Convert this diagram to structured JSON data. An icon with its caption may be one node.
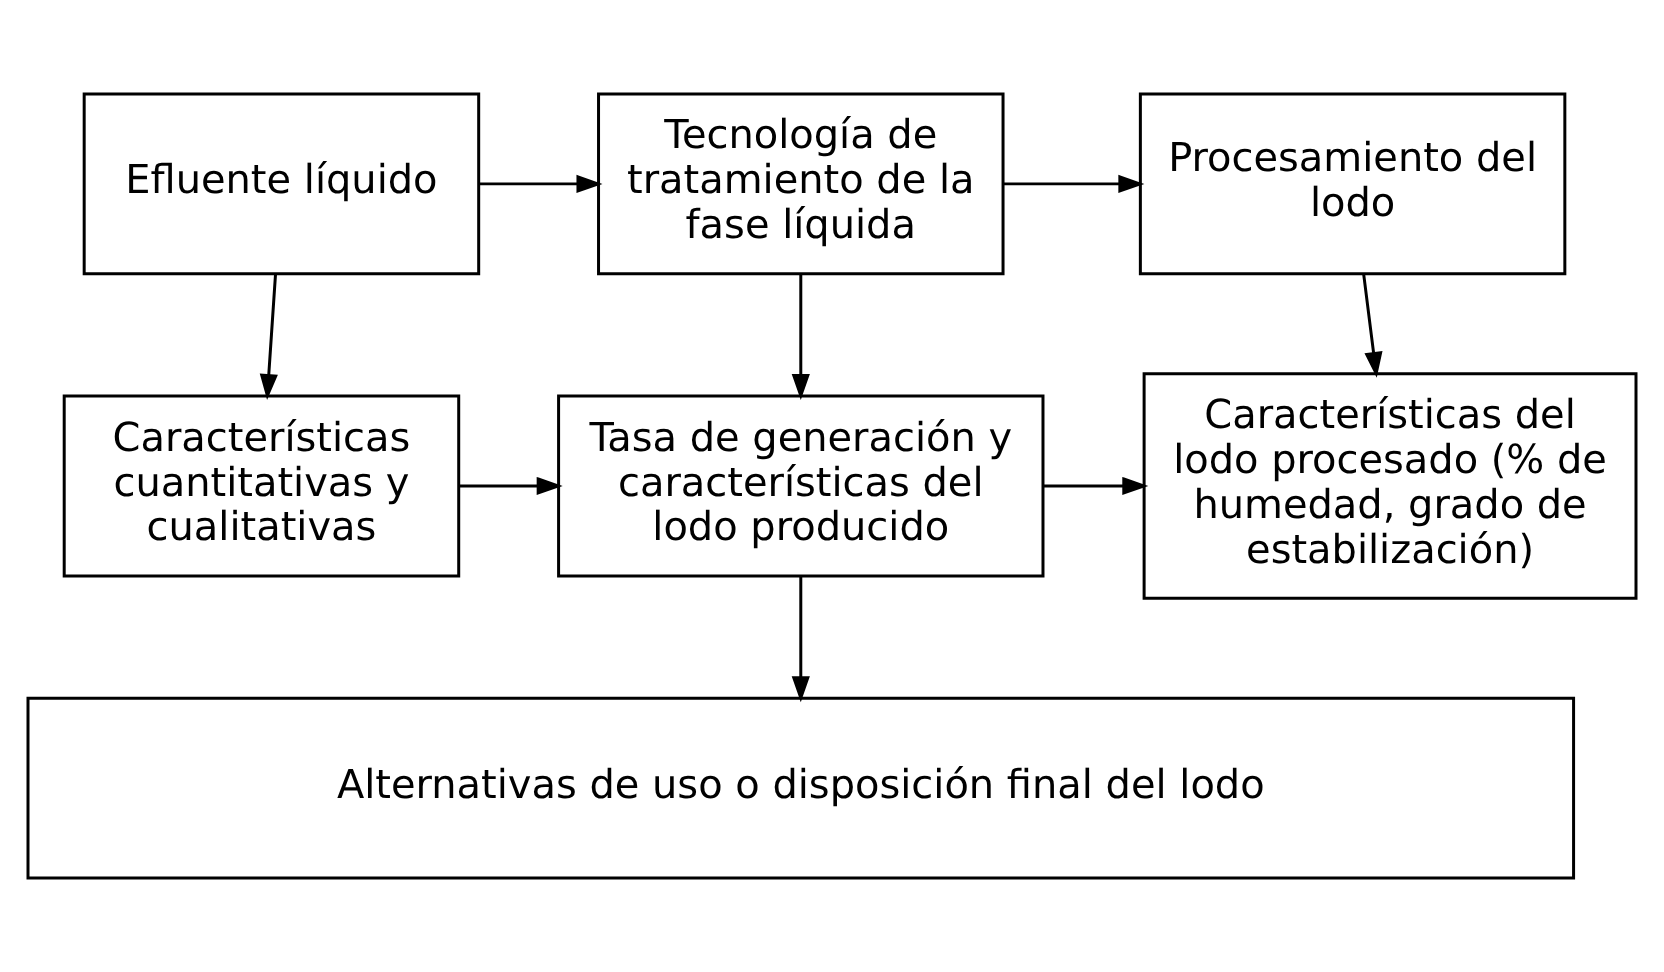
{
  "diagram": {
    "nodes": [
      {
        "text": [
          "Efluente líquido"
        ]
      },
      {
        "text": [
          "Tecnología de tratamiento de la fase líquida"
        ]
      },
      {
        "text": [
          "Procesamiento del lodo"
        ]
      },
      {
        "text": [
          "Características cuantitativas y cualitativas"
        ]
      },
      {
        "text": [
          "Tasa de generación y características del lodo producido"
        ]
      },
      {
        "text": [
          "Características del lodo procesado (% de humedad, grado de estabilización)"
        ]
      },
      {
        "text": [
          "Alternativas de uso o disposición final del lodo"
        ]
      }
    ],
    "edges": [
      {
        "from": 0,
        "to": 1,
        "arrow": "to"
      },
      {
        "from": 1,
        "to": 2,
        "arrow": "to"
      },
      {
        "from": 0,
        "to": 3,
        "arrow": "to"
      },
      {
        "from": 1,
        "to": 4,
        "arrow": "to"
      },
      {
        "from": 2,
        "to": 5,
        "arrow": "to"
      },
      {
        "from": 3,
        "to": 4,
        "arrow": "to"
      },
      {
        "from": 4,
        "to": 5,
        "arrow": "to"
      },
      {
        "from": 4,
        "to": 6,
        "arrow": "to"
      }
    ]
  }
}
